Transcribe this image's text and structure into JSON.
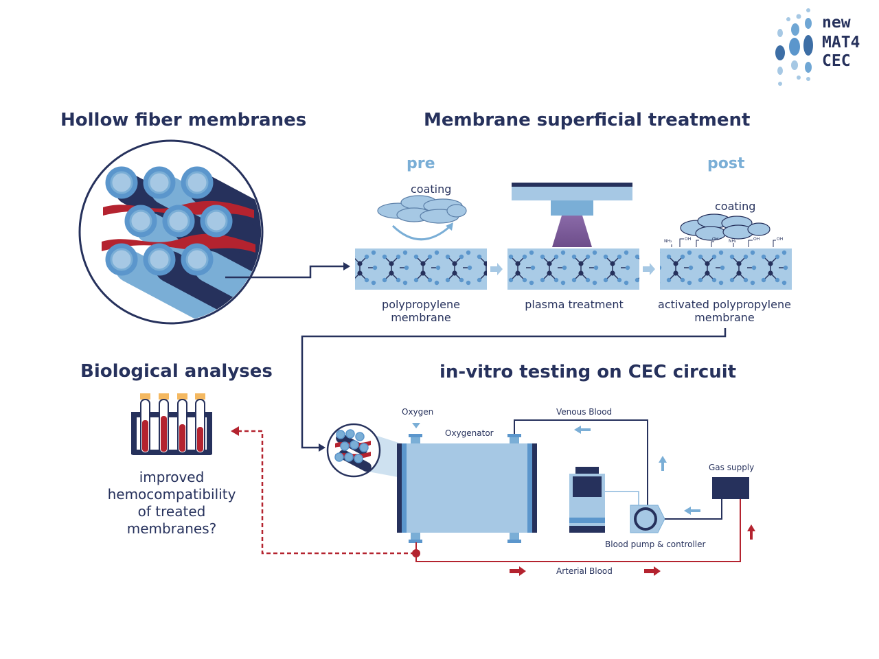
{
  "logo": {
    "line1": "new",
    "line2": "MAT4",
    "line3": "CEC"
  },
  "headings": {
    "hollow_fiber": "Hollow fiber membranes",
    "superficial_treatment": "Membrane superficial treatment",
    "biological": "Biological analyses",
    "invitro": "in-vitro testing on CEC circuit"
  },
  "treatment": {
    "pre_label": "pre",
    "post_label": "post",
    "coating_pre": "coating",
    "coating_post": "coating",
    "step1_line1": "polypropylene",
    "step1_line2": "membrane",
    "step2": "plasma treatment",
    "step3_line1": "activated polypropylene",
    "step3_line2": "membrane",
    "chem": {
      "nh2": "NH₂",
      "oh": "OH"
    }
  },
  "biological": {
    "question_l1": "improved",
    "question_l2": "hemocompatibility",
    "question_l3": "of treated",
    "question_l4": "membranes?"
  },
  "circuit": {
    "oxygen": "Oxygen",
    "oxygenator": "Oxygenator",
    "venous": "Venous Blood",
    "gas_supply": "Gas supply",
    "pump": "Blood pump & controller",
    "arterial": "Arterial Blood"
  },
  "colors": {
    "navy": "#26315c",
    "light_blue": "#a6c8e4",
    "mid_blue": "#6fa6d4",
    "red": "#b4232f",
    "purple": "#7b5a94"
  }
}
